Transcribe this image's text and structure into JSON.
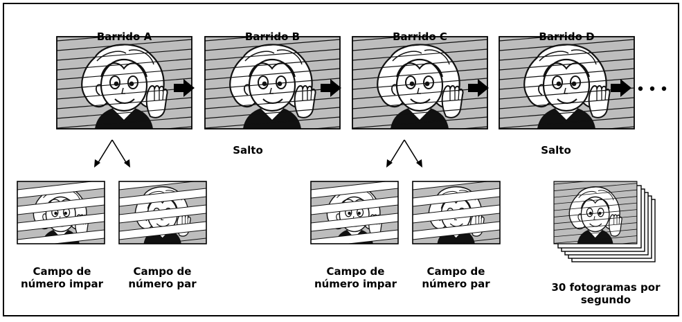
{
  "scans": [
    {
      "label": "Barrido A"
    },
    {
      "label": "Barrido B"
    },
    {
      "label": "Barrido C"
    },
    {
      "label": "Barrido D"
    }
  ],
  "skip_labels": [
    "Salto",
    "Salto"
  ],
  "fields": [
    {
      "line1": "Campo de",
      "line2": "número impar"
    },
    {
      "line1": "Campo de",
      "line2": "número par"
    },
    {
      "line1": "Campo de",
      "line2": "número impar"
    },
    {
      "line1": "Campo de",
      "line2": "número par"
    }
  ],
  "frames_label": {
    "line1": "30 fotogramas por",
    "line2": "segundo"
  },
  "colors": {
    "shade": "#bdbdbd",
    "ink": "#111111",
    "border": "#000000"
  }
}
